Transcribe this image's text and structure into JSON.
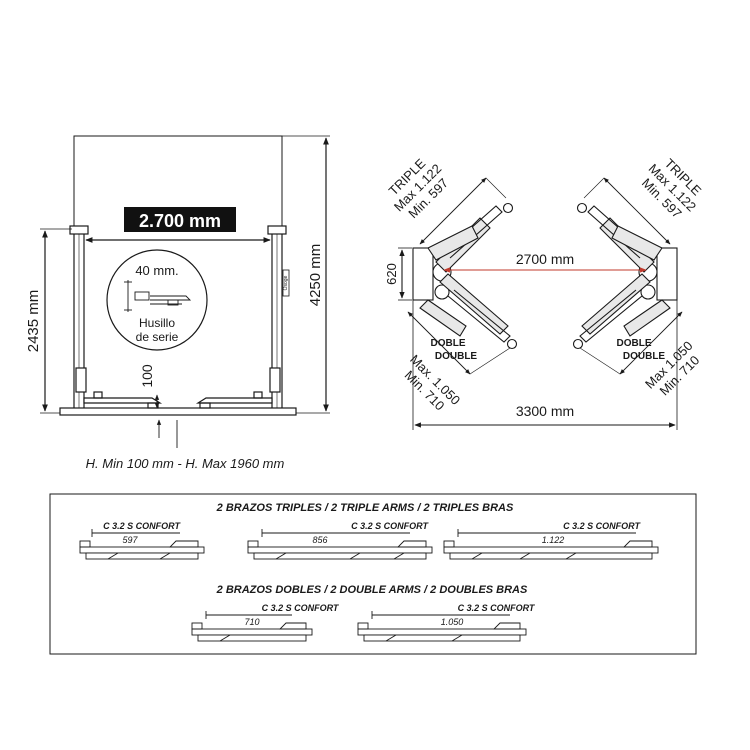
{
  "front_view": {
    "width_label": "2.700 mm",
    "height_total": "4250 mm",
    "height_column": "2435 mm",
    "detail_size": "40 mm.",
    "detail_caption_1": "Husillo",
    "detail_caption_2": "de serie",
    "pad_height": "100",
    "height_range": "H. Min 100 mm - H. Max 1960 mm",
    "brand_tag": "Osoge"
  },
  "top_view": {
    "left_arm_type": "TRIPLE",
    "left_arm_max": "Max 1.122",
    "left_arm_min": "Min. 597",
    "right_arm_type": "TRIPLE",
    "right_arm_max": "Max 1.122",
    "right_arm_min": "Min. 597",
    "center_width": "2700 mm",
    "column_depth": "620",
    "left_doble_1": "DOBLE",
    "left_doble_2": "DOUBLE",
    "right_doble_1": "DOBLE",
    "right_doble_2": "DOUBLE",
    "left_double_max": "Max. 1.050",
    "left_double_min": "Min. 710",
    "right_double_max": "Max 1.050",
    "right_double_min": "Min. 710",
    "overall_width": "3300 mm"
  },
  "table": {
    "triple_heading": "2 BRAZOS TRIPLES / 2 TRIPLE ARMS / 2 TRIPLES BRAS",
    "double_heading": "2 BRAZOS DOBLES / 2 DOUBLE ARMS / 2 DOUBLES BRAS",
    "triple_arms": [
      {
        "model": "C 3.2 S CONFORT",
        "length": "597"
      },
      {
        "model": "C 3.2 S CONFORT",
        "length": "856"
      },
      {
        "model": "C 3.2 S CONFORT",
        "length": "1.122"
      }
    ],
    "double_arms": [
      {
        "model": "C 3.2 S CONFORT",
        "length": "710"
      },
      {
        "model": "C 3.2 S CONFORT",
        "length": "1.050"
      }
    ]
  },
  "colors": {
    "line": "#1a1a1a",
    "fill_light": "#e8e8e8",
    "label_box": "#111111",
    "label_text": "#ffffff",
    "accent_red": "#c0392b"
  }
}
